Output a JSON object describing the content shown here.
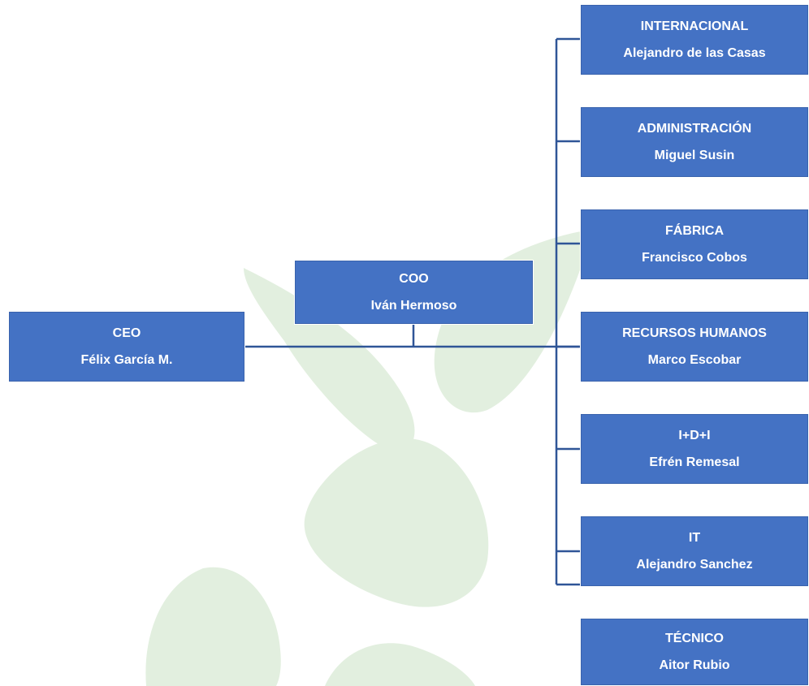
{
  "colors": {
    "box_fill": "#4472c4",
    "box_text": "#ffffff",
    "connector": "#2f5597",
    "watermark": "#e2efdf"
  },
  "ceo": {
    "role": "CEO",
    "name": "Félix García M."
  },
  "coo": {
    "role": "COO",
    "name": "Iván Hermoso"
  },
  "departments": [
    {
      "role": "INTERNACIONAL",
      "name": "Alejandro de las Casas"
    },
    {
      "role": "ADMINISTRACIÓN",
      "name": "Miguel Susin"
    },
    {
      "role": "FÁBRICA",
      "name": "Francisco Cobos"
    },
    {
      "role": "RECURSOS HUMANOS",
      "name": "Marco Escobar"
    },
    {
      "role": "I+D+I",
      "name": "Efrén Remesal"
    },
    {
      "role": "IT",
      "name": "Alejandro Sanchez"
    },
    {
      "role": "TÉCNICO",
      "name": "Aitor Rubio"
    }
  ]
}
